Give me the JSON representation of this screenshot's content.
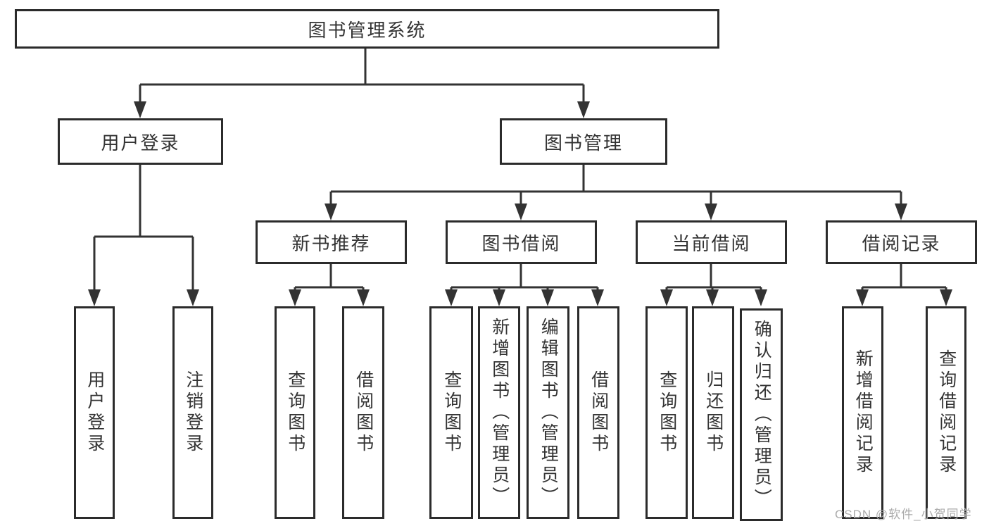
{
  "diagram": {
    "root": {
      "label": "图书管理系统"
    },
    "branches": {
      "user_login": {
        "label": "用户登录",
        "children": {
          "login": {
            "label": "用户登录"
          },
          "logout": {
            "label": "注销登录"
          }
        }
      },
      "book_management": {
        "label": "图书管理",
        "sections": {
          "new_book_recommend": {
            "label": "新书推荐",
            "children": {
              "query_books": {
                "label": "查询图书"
              },
              "borrow_books": {
                "label": "借阅图书"
              }
            }
          },
          "book_borrow": {
            "label": "图书借阅",
            "children": {
              "query_books": {
                "label": "查询图书"
              },
              "add_books": {
                "label": "新增图书（管理员）"
              },
              "edit_books": {
                "label": "编辑图书（管理员）"
              },
              "borrow_books": {
                "label": "借阅图书"
              }
            }
          },
          "current_borrow": {
            "label": "当前借阅",
            "children": {
              "query_books": {
                "label": "查询图书"
              },
              "return_books": {
                "label": "归还图书"
              },
              "confirm_return": {
                "label": "确认归还（管理员）"
              }
            }
          },
          "borrow_records": {
            "label": "借阅记录",
            "children": {
              "add_record": {
                "label": "新增借阅记录"
              },
              "query_record": {
                "label": "查询借阅记录"
              }
            }
          }
        }
      }
    }
  },
  "watermark": {
    "text": "CSDN @软件_小贺同学"
  },
  "colors": {
    "line": "#333333",
    "box_border": "#2b2b2b",
    "text": "#333333",
    "watermark": "#ababab",
    "background": "#ffffff"
  }
}
